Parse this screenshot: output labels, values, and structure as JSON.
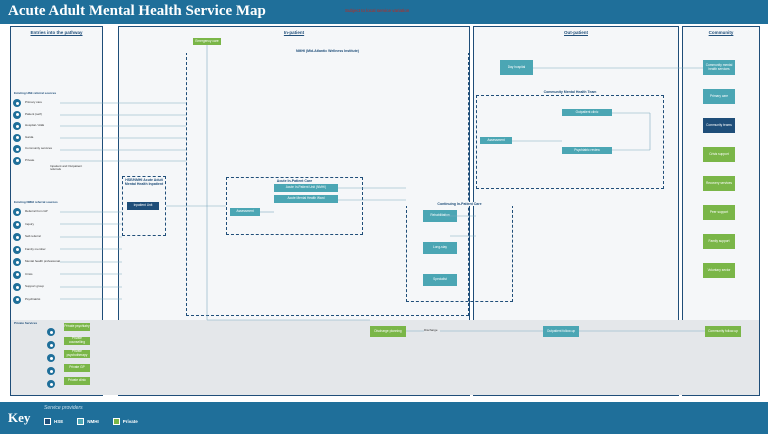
{
  "header": {
    "title": "Acute Adult Mental Health Service Map",
    "subtitle": "Subject to local service variation"
  },
  "columns": {
    "entries": "Entries into the pathway",
    "inpatient": "In-patient",
    "outpatient": "Out-patient",
    "community": "Community"
  },
  "entries": {
    "hse_label": "Existing HSE referral sources",
    "hse_items": [
      "Primary care",
      "Patient (self)",
      "Hospital / A&E",
      "Garda",
      "Community services",
      "Private"
    ],
    "private_group": "Inpatient and Outpatient referrals",
    "nmi_label": "Existing NMHI referral sources",
    "nmi_items": [
      "Referral from GP",
      "Inquiry",
      "Self-referral",
      "Family member",
      "Mental health professional",
      "Crisis",
      "Support group",
      "Psychiatrist"
    ],
    "private_label": "Private Services",
    "private_boxes": [
      "Private psychiatry",
      "Private counselling",
      "Private psychotherapy",
      "Private GP",
      "Private clinic"
    ]
  },
  "inpatient": {
    "top_box": "Emergency care",
    "nmi_dash": "NMHI (Mid-Atlantic Wellness Institute)",
    "hse_dash": "HSE/NMHI Acute Adult Mental Health Inpatient",
    "hse_box": "Inpatient Unit",
    "acute_dash": "Acute In-Patient Care",
    "acute_box_1": "Acute In-Patient Unit (NMHI)",
    "acute_box_2": "Acute Mental Health Ward",
    "assess_box": "Assessment",
    "cont_dash": "Continuing In-Patient Care",
    "cont_boxes": [
      "Rehabilitation",
      "Long-stay",
      "Specialist"
    ],
    "bottom_box": "Discharge planning",
    "bottom_label": "Discharge"
  },
  "outpatient": {
    "top_box": "Day hospital",
    "opd_dash": "Community Mental Health Team",
    "opd_box_1": "Outpatient clinic",
    "opd_box_2": "Psychiatric review",
    "assess_box": "Assessment",
    "bottom_box": "Outpatient follow-up"
  },
  "community": {
    "boxes": [
      "Community mental health services",
      "Primary care",
      "Community teams",
      "Crisis support",
      "Recovery services",
      "Peer support",
      "Family support",
      "Voluntary sector"
    ],
    "bottom_box": "Community follow-up"
  },
  "key": {
    "title": "Key",
    "sub": "Service providers",
    "items": [
      "HSE",
      "NMHI",
      "Private"
    ],
    "colors": [
      "#1f4e79",
      "#4ba6b4",
      "#7ab648"
    ]
  }
}
